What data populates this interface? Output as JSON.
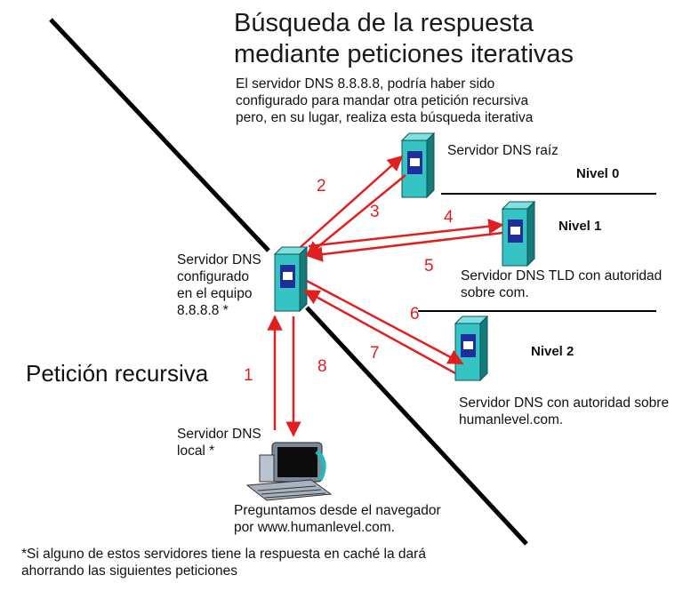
{
  "title": "Búsqueda de la respuesta\nmediante peticiones iterativas",
  "subtitle_note": "El servidor DNS 8.8.8.8, podría haber sido\nconfigurado para mandar otra petición recursiva\npero, en su lugar, realiza esta búsqueda iterativa",
  "recursive_label": "Petición recursiva",
  "servers": {
    "root": {
      "label": "Servidor DNS raíz"
    },
    "resolver": {
      "label": "Servidor DNS\nconfigurado\nen el equipo\n8.8.8.8 *"
    },
    "tld": {
      "label": "Servidor DNS TLD con autoridad\nsobre com."
    },
    "authoritative": {
      "label": "Servidor DNS con autoridad sobre\nhumanlevel.com."
    },
    "local": {
      "label": "Servidor DNS\nlocal *"
    }
  },
  "levels": [
    "Nivel 0",
    "Nivel 1",
    "Nivel 2"
  ],
  "client": {
    "label": "Preguntamos desde el navegador\npor www.humanlevel.com."
  },
  "step_numbers": [
    "1",
    "2",
    "3",
    "4",
    "5",
    "6",
    "7",
    "8"
  ],
  "footnote": "*Si alguno de estos servidores tiene la respuesta en caché la dará\nahorrando las siguientes peticiones",
  "colors": {
    "arrow": "#e02020",
    "server_body": "#35c3c3",
    "server_dark": "#167a7a",
    "server_panel": "#1c2f9a"
  }
}
